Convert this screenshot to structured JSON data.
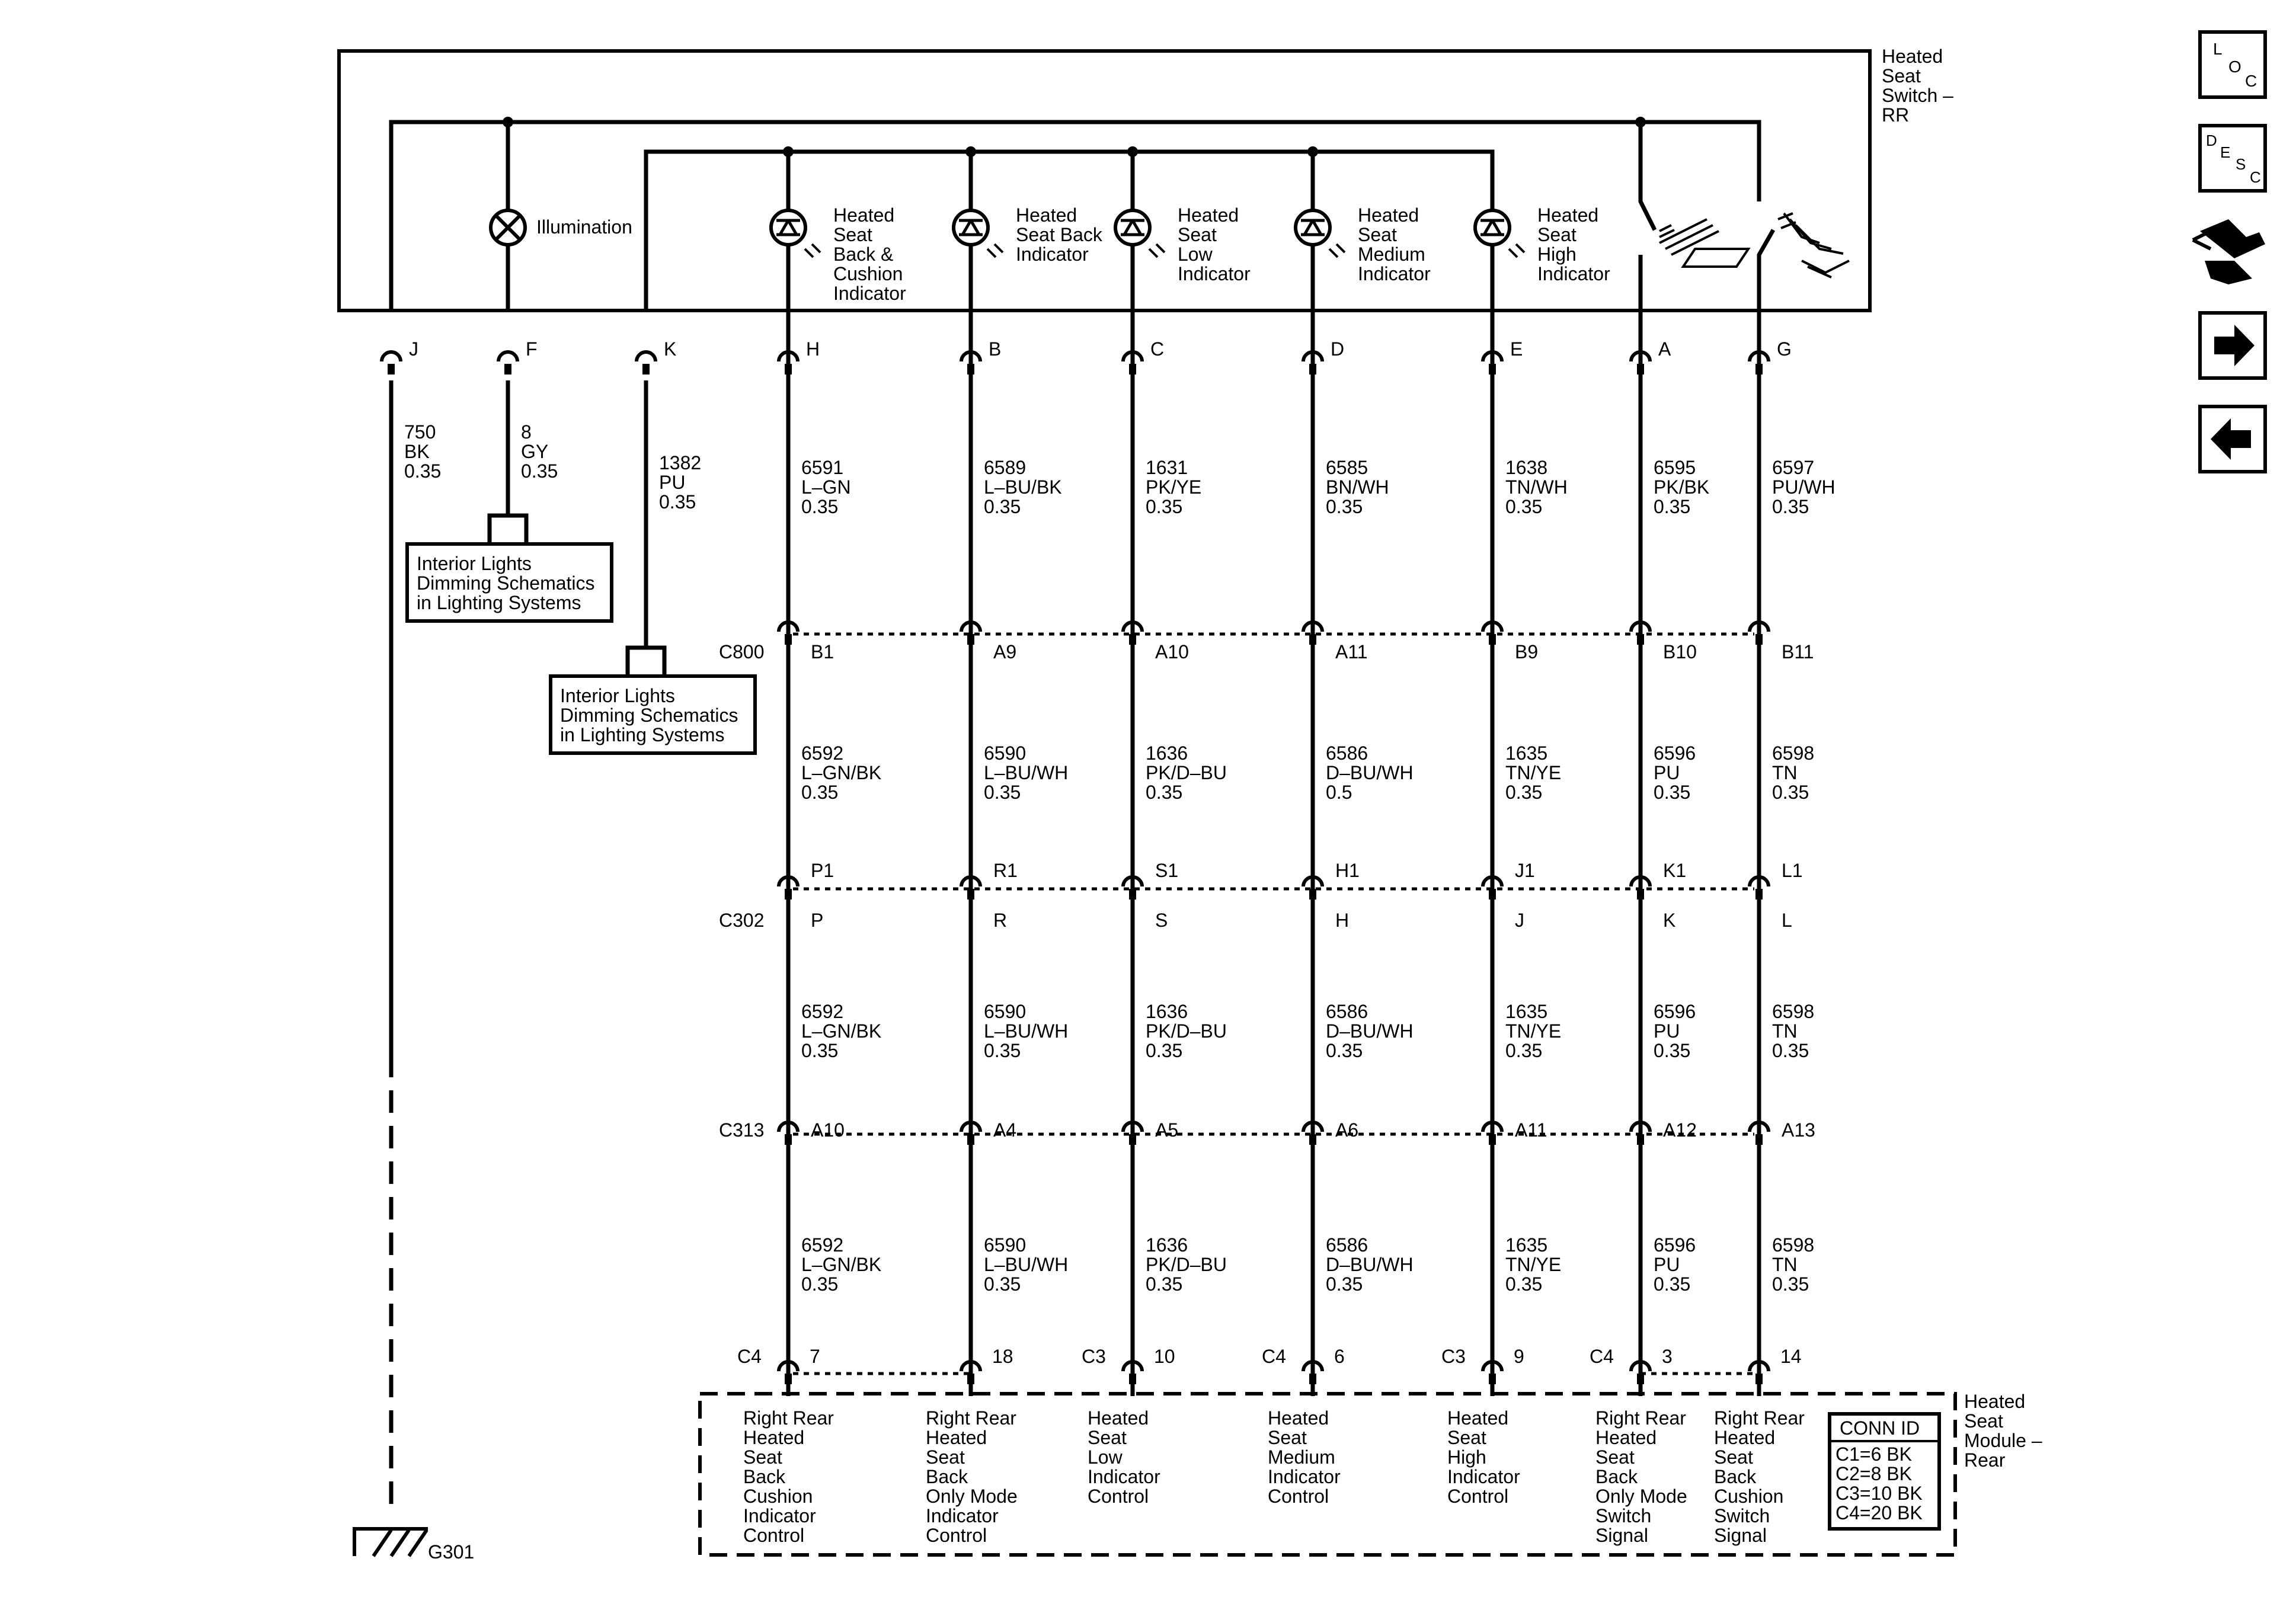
{
  "switch_label": [
    "Heated",
    "Seat",
    "Switch –",
    "RR"
  ],
  "module_label": [
    "Heated",
    "Seat",
    "Module –",
    "Rear"
  ],
  "illumination_label": "Illumination",
  "connectors": {
    "c800": "C800",
    "c302": "C302",
    "c313": "C313"
  },
  "ref_box_1": [
    "Interior Lights",
    "Dimming Schematics",
    "in Lighting Systems"
  ],
  "ref_box_2": [
    "Interior Lights",
    "Dimming Schematics",
    "in Lighting Systems"
  ],
  "ground": "G301",
  "conn_id": {
    "title": "CONN ID",
    "rows": [
      "C1=6 BK",
      "C2=8 BK",
      "C3=10 BK",
      "C4=20 BK"
    ]
  },
  "nav": {
    "loc": [
      "L",
      "O",
      "C"
    ],
    "desc": [
      "D",
      "E",
      "S",
      "C"
    ]
  },
  "left_wires": {
    "j": {
      "pin": "J",
      "wire": [
        "750",
        "BK",
        "0.35"
      ]
    },
    "f": {
      "pin": "F",
      "wire": [
        "8",
        "GY",
        "0.35"
      ]
    },
    "k": {
      "pin": "K",
      "wire": [
        "1382",
        "PU",
        "0.35"
      ]
    }
  },
  "circuits": [
    {
      "switch_pin": "H",
      "indicator": [
        "Heated",
        "Seat",
        "Back &",
        "Cushion",
        "Indicator"
      ],
      "wire1": [
        "6591",
        "L–GN",
        "0.35"
      ],
      "c800": "B1",
      "wire2": [
        "6592",
        "L–GN/BK",
        "0.35"
      ],
      "c302_top": "P1",
      "c302_bot": "P",
      "wire3": [
        "6592",
        "L–GN/BK",
        "0.35"
      ],
      "c313": "A10",
      "wire4": [
        "6592",
        "L–GN/BK",
        "0.35"
      ],
      "module_conn": "C4",
      "module_pin": "7",
      "module_desc": [
        "Right Rear",
        "Heated",
        "Seat",
        "Back",
        "Cushion",
        "Indicator",
        "Control"
      ]
    },
    {
      "switch_pin": "B",
      "indicator": [
        "Heated",
        "Seat Back",
        "Indicator"
      ],
      "wire1": [
        "6589",
        "L–BU/BK",
        "0.35"
      ],
      "c800": "A9",
      "wire2": [
        "6590",
        "L–BU/WH",
        "0.35"
      ],
      "c302_top": "R1",
      "c302_bot": "R",
      "wire3": [
        "6590",
        "L–BU/WH",
        "0.35"
      ],
      "c313": "A4",
      "wire4": [
        "6590",
        "L–BU/WH",
        "0.35"
      ],
      "module_conn": "",
      "module_pin": "18",
      "module_desc": [
        "Right Rear",
        "Heated",
        "Seat",
        "Back",
        "Only Mode",
        "Indicator",
        "Control"
      ]
    },
    {
      "switch_pin": "C",
      "indicator": [
        "Heated",
        "Seat",
        "Low",
        "Indicator"
      ],
      "wire1": [
        "1631",
        "PK/YE",
        "0.35"
      ],
      "c800": "A10",
      "wire2": [
        "1636",
        "PK/D–BU",
        "0.35"
      ],
      "c302_top": "S1",
      "c302_bot": "S",
      "wire3": [
        "1636",
        "PK/D–BU",
        "0.35"
      ],
      "c313": "A5",
      "wire4": [
        "1636",
        "PK/D–BU",
        "0.35"
      ],
      "module_conn": "C3",
      "module_pin": "10",
      "module_desc": [
        "Heated",
        "Seat",
        "Low",
        "Indicator",
        "Control"
      ]
    },
    {
      "switch_pin": "D",
      "indicator": [
        "Heated",
        "Seat",
        "Medium",
        "Indicator"
      ],
      "wire1": [
        "6585",
        "BN/WH",
        "0.35"
      ],
      "c800": "A11",
      "wire2": [
        "6586",
        "D–BU/WH",
        "0.5"
      ],
      "c302_top": "H1",
      "c302_bot": "H",
      "wire3": [
        "6586",
        "D–BU/WH",
        "0.35"
      ],
      "c313": "A6",
      "wire4": [
        "6586",
        "D–BU/WH",
        "0.35"
      ],
      "module_conn": "C4",
      "module_pin": "6",
      "module_desc": [
        "Heated",
        "Seat",
        "Medium",
        "Indicator",
        "Control"
      ]
    },
    {
      "switch_pin": "E",
      "indicator": [
        "Heated",
        "Seat",
        "High",
        "Indicator"
      ],
      "wire1": [
        "1638",
        "TN/WH",
        "0.35"
      ],
      "c800": "B9",
      "wire2": [
        "1635",
        "TN/YE",
        "0.35"
      ],
      "c302_top": "J1",
      "c302_bot": "J",
      "wire3": [
        "1635",
        "TN/YE",
        "0.35"
      ],
      "c313": "A11",
      "wire4": [
        "1635",
        "TN/YE",
        "0.35"
      ],
      "module_conn": "C3",
      "module_pin": "9",
      "module_desc": [
        "Heated",
        "Seat",
        "High",
        "Indicator",
        "Control"
      ]
    },
    {
      "switch_pin": "A",
      "indicator": [],
      "wire1": [
        "6595",
        "PK/BK",
        "0.35"
      ],
      "c800": "B10",
      "wire2": [
        "6596",
        "PU",
        "0.35"
      ],
      "c302_top": "K1",
      "c302_bot": "K",
      "wire3": [
        "6596",
        "PU",
        "0.35"
      ],
      "c313": "A12",
      "wire4": [
        "6596",
        "PU",
        "0.35"
      ],
      "module_conn": "C4",
      "module_pin": "3",
      "module_desc": [
        "Right Rear",
        "Heated",
        "Seat",
        "Back",
        "Only Mode",
        "Switch",
        "Signal"
      ]
    },
    {
      "switch_pin": "G",
      "indicator": [],
      "wire1": [
        "6597",
        "PU/WH",
        "0.35"
      ],
      "c800": "B11",
      "wire2": [
        "6598",
        "TN",
        "0.35"
      ],
      "c302_top": "L1",
      "c302_bot": "L",
      "wire3": [
        "6598",
        "TN",
        "0.35"
      ],
      "c313": "A13",
      "wire4": [
        "6598",
        "TN",
        "0.35"
      ],
      "module_conn": "",
      "module_pin": "14",
      "module_desc": [
        "Right Rear",
        "Heated",
        "Seat",
        "Back",
        "Cushion",
        "Switch",
        "Signal"
      ]
    }
  ]
}
